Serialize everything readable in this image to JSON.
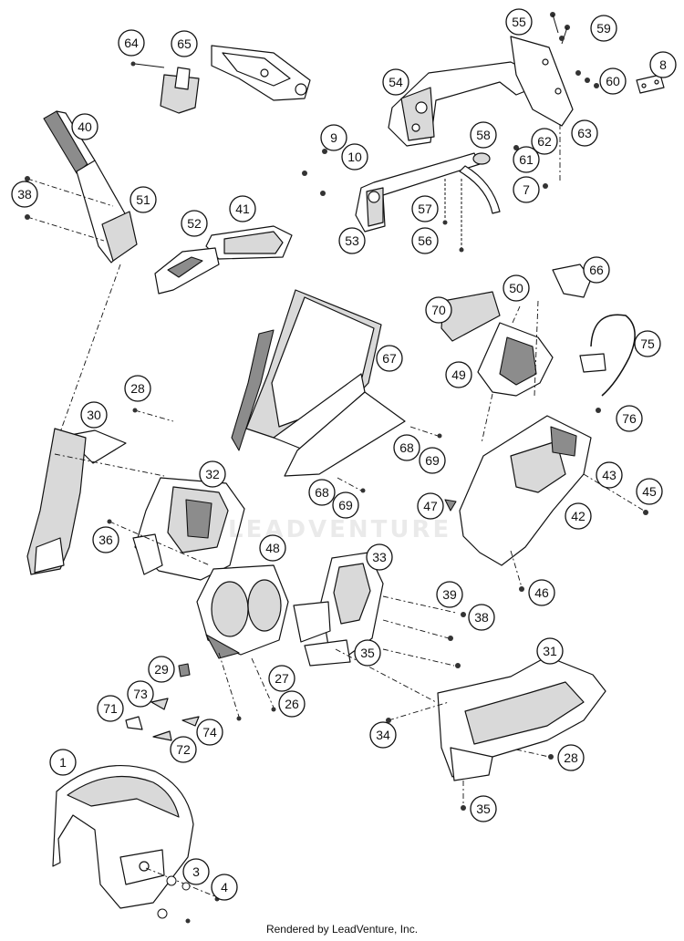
{
  "diagram": {
    "type": "exploded-parts-diagram",
    "callouts": [
      "1",
      "3",
      "4",
      "7",
      "8",
      "9",
      "10",
      "26",
      "27",
      "28",
      "28",
      "29",
      "30",
      "31",
      "32",
      "33",
      "34",
      "35",
      "35",
      "36",
      "38",
      "38",
      "39",
      "40",
      "41",
      "42",
      "43",
      "45",
      "46",
      "47",
      "48",
      "49",
      "50",
      "51",
      "52",
      "53",
      "54",
      "55",
      "56",
      "57",
      "58",
      "59",
      "60",
      "61",
      "62",
      "63",
      "64",
      "65",
      "66",
      "67",
      "68",
      "68",
      "69",
      "69",
      "70",
      "71",
      "72",
      "73",
      "74",
      "75",
      "76"
    ]
  },
  "watermark": "LEADVENTURE",
  "footer": "Rendered by LeadVenture, Inc."
}
